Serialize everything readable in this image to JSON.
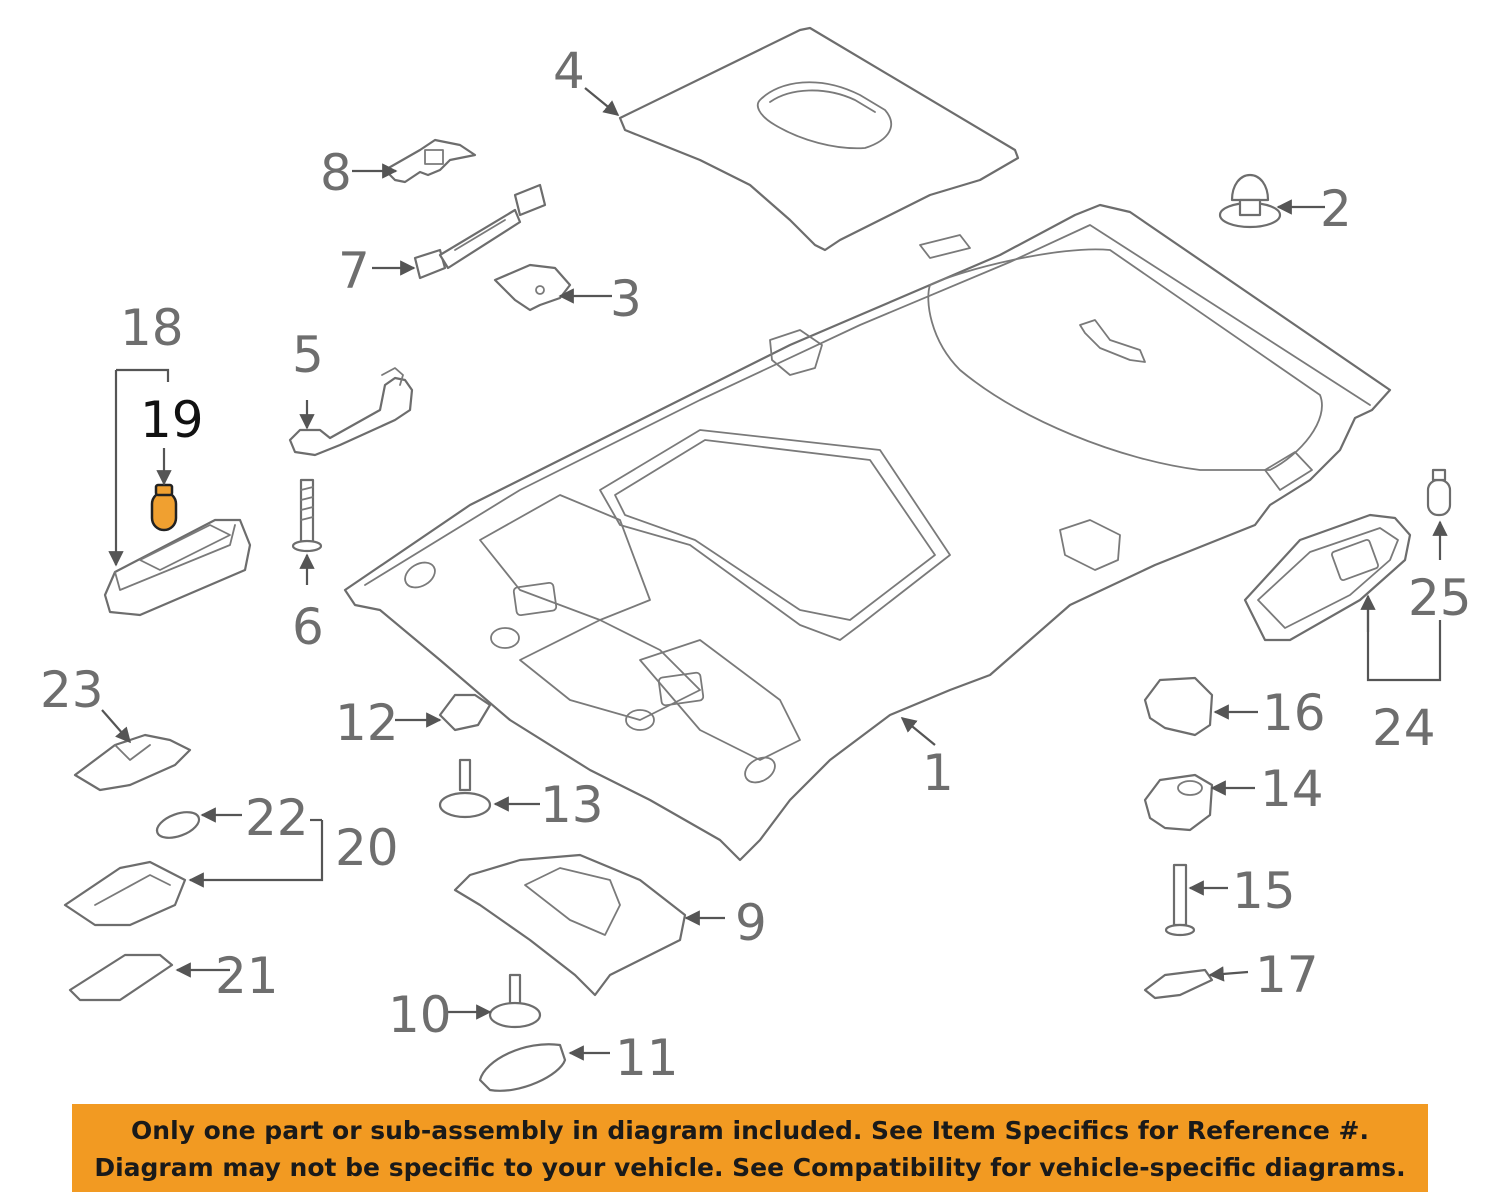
{
  "callouts": {
    "c1": "1",
    "c2": "2",
    "c3": "3",
    "c4": "4",
    "c5": "5",
    "c6": "6",
    "c7": "7",
    "c8": "8",
    "c9": "9",
    "c10": "10",
    "c11": "11",
    "c12": "12",
    "c13": "13",
    "c14": "14",
    "c15": "15",
    "c16": "16",
    "c17": "17",
    "c18": "18",
    "c19": "19",
    "c20": "20",
    "c21": "21",
    "c22": "22",
    "c23": "23",
    "c24": "24",
    "c25": "25"
  },
  "highlighted_part": "19",
  "highlight_color": "#f0a030",
  "banner": {
    "line1": "Only one part or sub-assembly in diagram included. See Item Specifics for Reference #.",
    "line2": "Diagram may not be specific to your vehicle. See Compatibility for vehicle-specific diagrams.",
    "color": "#f29a22"
  }
}
